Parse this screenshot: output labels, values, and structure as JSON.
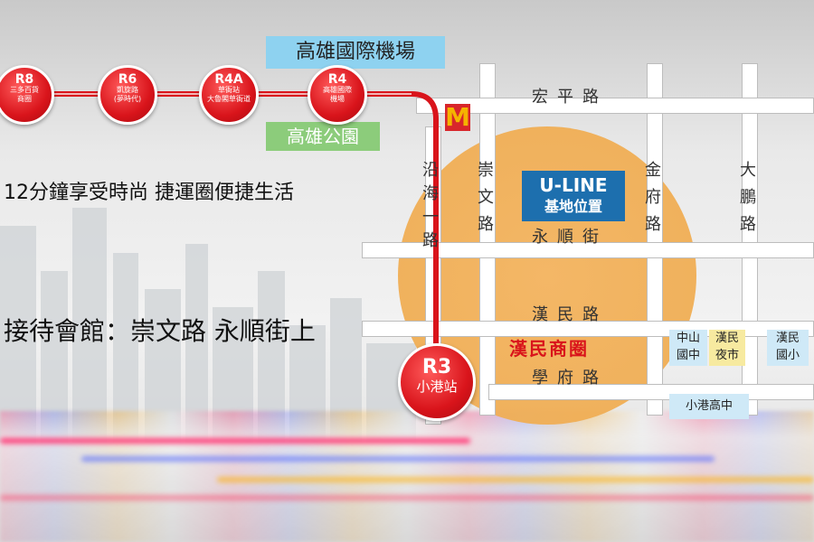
{
  "map": {
    "airport_label": "高雄國際機場",
    "park_label": "高雄公園",
    "headline_1": "12分鐘享受時尚  捷運圈便捷生活",
    "headline_2": "接待會館：崇文路  永順街上",
    "stations": [
      {
        "code": "R8",
        "name_line1": "三多百貨",
        "name_line2": "商圈"
      },
      {
        "code": "R6",
        "name_line1": "凱旋路",
        "name_line2": "(夢時代)"
      },
      {
        "code": "R4A",
        "name_line1": "草衙站",
        "name_line2": "大魯閣草衙道"
      },
      {
        "code": "R4",
        "name_line1": "高雄國際",
        "name_line2": "機場"
      },
      {
        "code": "R3",
        "name_line1": "小港站",
        "name_line2": ""
      }
    ],
    "site": {
      "line1": "U-LINE",
      "line2": "基地位置"
    },
    "roads": {
      "hongping": "宏平路",
      "yongshun": "永順街",
      "hanmin": "漢民路",
      "xuefu": "學府路",
      "yanhai": "沿海一路",
      "chongwen": "崇文路",
      "jinfu": "金府路",
      "dapeng": "大鵬路"
    },
    "landmarks": {
      "hanmin_district": "漢民商圈",
      "zhongshan_jh_1": "中山",
      "zhongshan_jh_2": "國中",
      "hanmin_market_1": "漢民",
      "hanmin_market_2": "夜市",
      "hanmin_es_1": "漢民",
      "hanmin_es_2": "國小",
      "xiaogang_hs": "小港高中"
    },
    "colors": {
      "metro_red": "#d9141b",
      "site_blue": "#1d6fae",
      "highlight_orange": "#f0ae55"
    }
  }
}
